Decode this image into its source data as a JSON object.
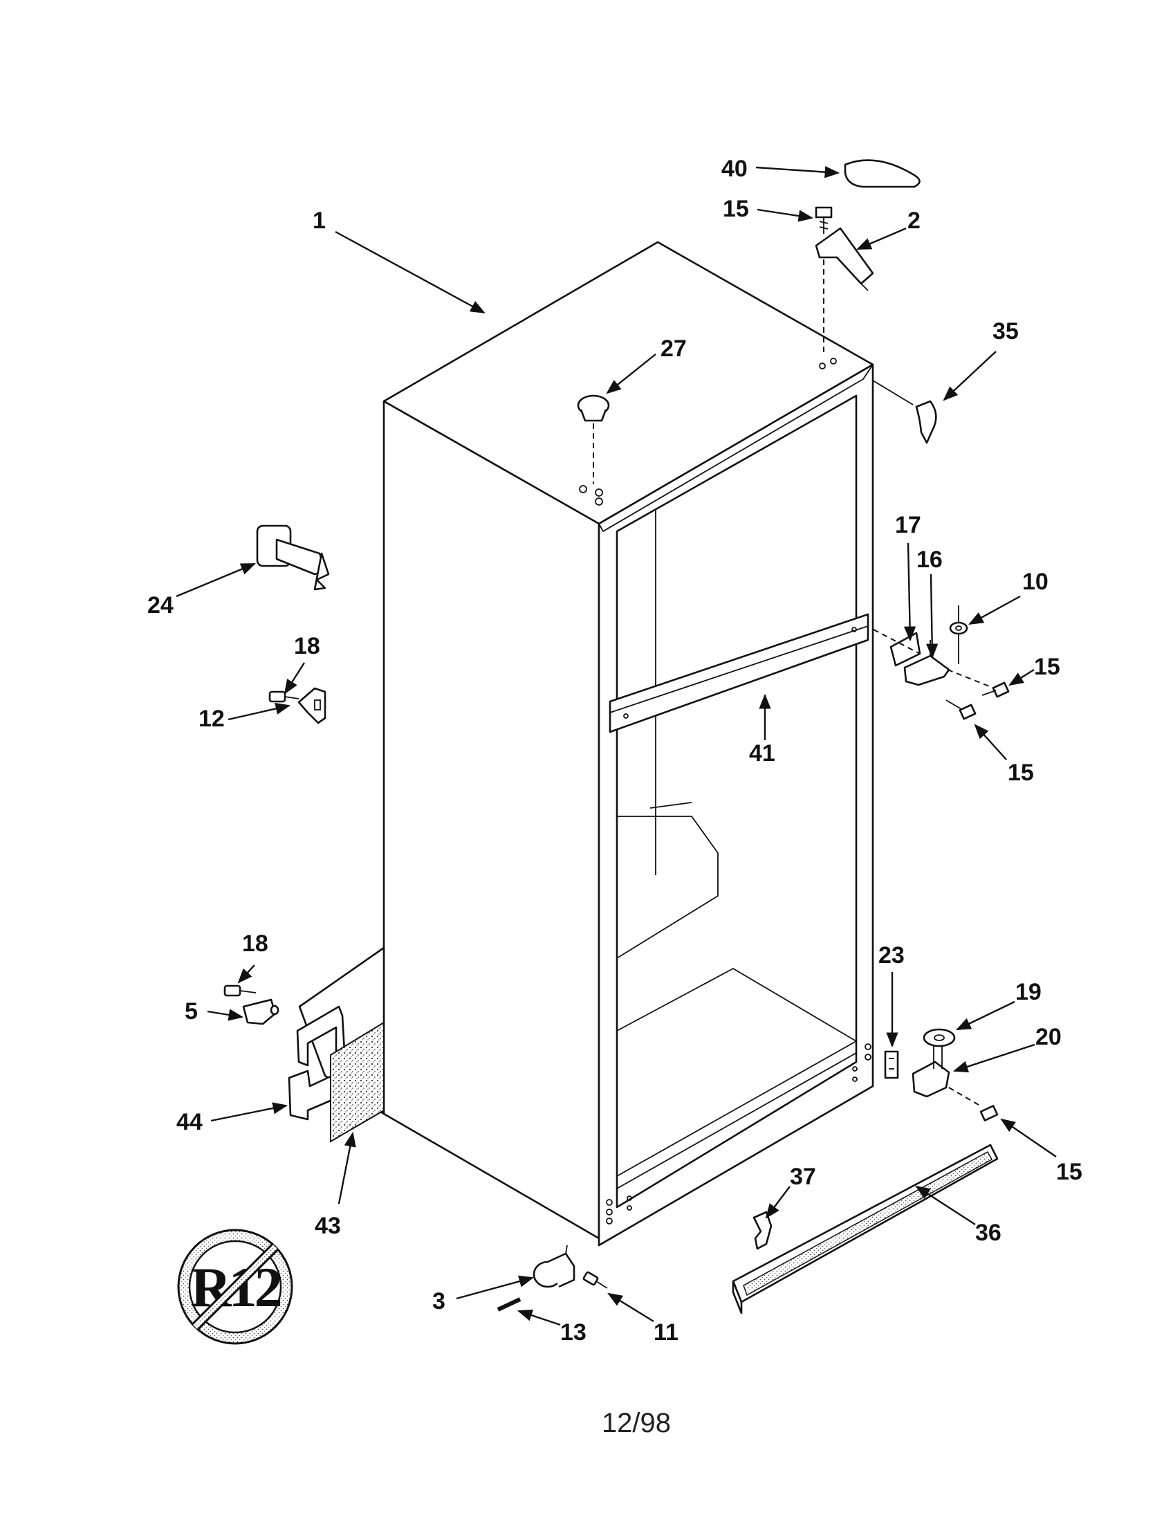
{
  "callouts": [
    {
      "id": "1",
      "label": "1"
    },
    {
      "id": "2",
      "label": "2"
    },
    {
      "id": "3",
      "label": "3"
    },
    {
      "id": "5",
      "label": "5"
    },
    {
      "id": "10",
      "label": "10"
    },
    {
      "id": "11",
      "label": "11"
    },
    {
      "id": "12",
      "label": "12"
    },
    {
      "id": "13",
      "label": "13"
    },
    {
      "id": "15",
      "label": "15"
    },
    {
      "id": "16",
      "label": "16"
    },
    {
      "id": "17",
      "label": "17"
    },
    {
      "id": "18",
      "label": "18"
    },
    {
      "id": "19",
      "label": "19"
    },
    {
      "id": "20",
      "label": "20"
    },
    {
      "id": "23",
      "label": "23"
    },
    {
      "id": "24",
      "label": "24"
    },
    {
      "id": "27",
      "label": "27"
    },
    {
      "id": "35",
      "label": "35"
    },
    {
      "id": "36",
      "label": "36"
    },
    {
      "id": "37",
      "label": "37"
    },
    {
      "id": "40",
      "label": "40"
    },
    {
      "id": "41",
      "label": "41"
    },
    {
      "id": "43",
      "label": "43"
    },
    {
      "id": "44",
      "label": "44"
    }
  ],
  "symbol_text": "R12",
  "footer": "12/98"
}
